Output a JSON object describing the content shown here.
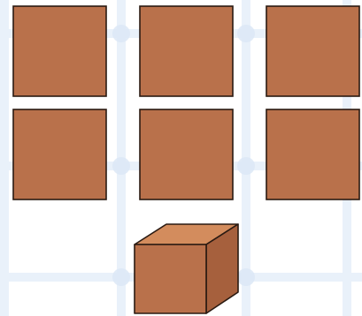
{
  "diagram": {
    "flat_tile_count": 6,
    "grid_rows": 2,
    "grid_cols": 3,
    "cube_count": 1
  },
  "colors": {
    "background": "#ffffff",
    "background_grid": "#e9f1fa",
    "background_grid_glow": "#dce8f6",
    "tile_fill": "#b9714b",
    "tile_stroke": "#2a1a12",
    "cube_front": "#b9714b",
    "cube_top": "#d38c5d",
    "cube_side": "#a6603d",
    "cube_stroke": "#2a1a12"
  }
}
